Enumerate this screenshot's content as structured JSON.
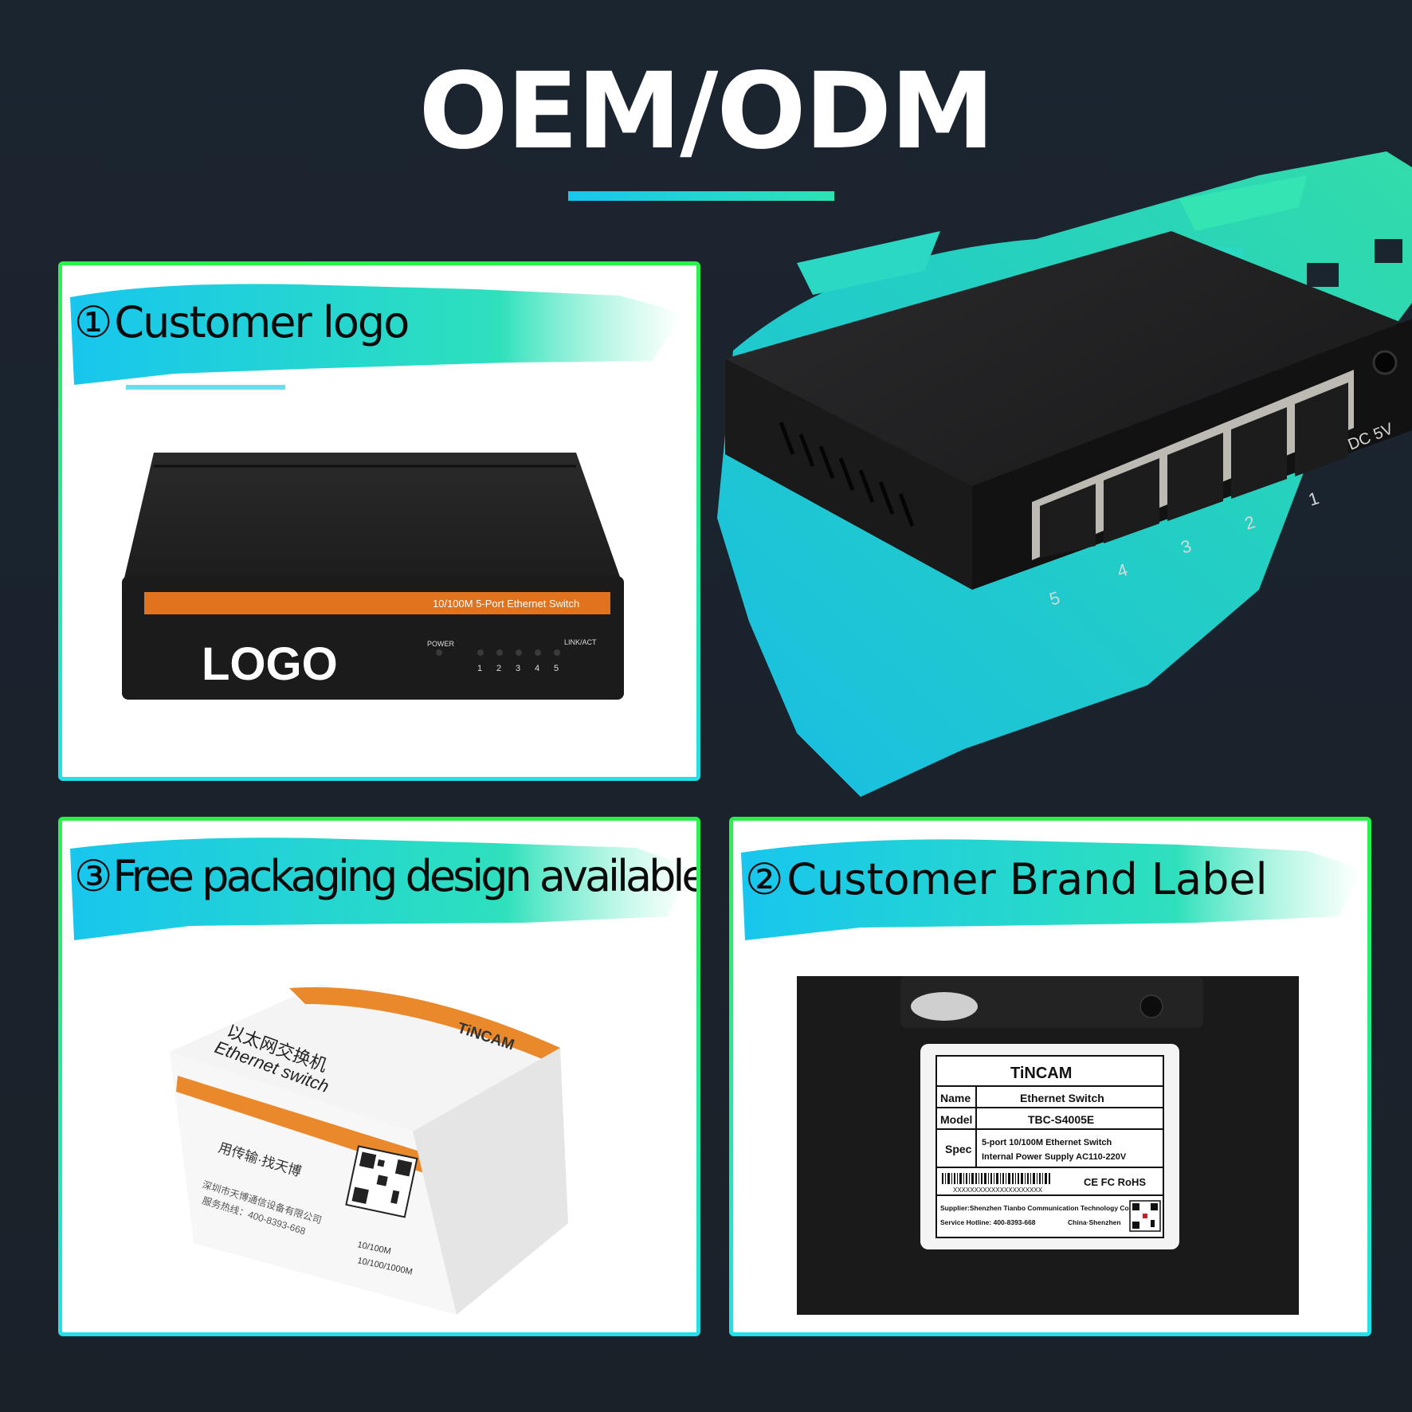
{
  "header": {
    "title": "OEM/ODM"
  },
  "panel_logo": {
    "number": "①",
    "heading": "Customer logo",
    "device": {
      "strip_text": "10/100M 5-Port Ethernet Switch",
      "logo_text": "LOGO",
      "power_label": "POWER",
      "link_label": "LINK/ACT",
      "ports": [
        "1",
        "2",
        "3",
        "4",
        "5"
      ]
    }
  },
  "panel_packaging": {
    "number": "③",
    "heading": "Free packaging design available",
    "box": {
      "brand": "TiNCAM",
      "title_cn": "以太网交换机",
      "title_en": "Ethernet switch",
      "slogan": "用传输·找天博",
      "company_cn": "深圳市天博通信设备有限公司",
      "hotline_cn": "服务热线：400-8393-668",
      "option_1": "10/100M",
      "option_2": "10/100/1000M"
    }
  },
  "panel_label": {
    "number": "②",
    "heading": "Customer Brand Label",
    "label": {
      "brand": "TiNCAM",
      "name_key": "Name",
      "name_val": "Ethernet  Switch",
      "model_key": "Model",
      "model_val": "TBC-S4005E",
      "spec_key": "Spec",
      "spec_line1": "5-port 10/100M Ethernet Switch",
      "spec_line2": "Internal Power Supply AC110-220V",
      "serial": "XXXXXXXXXXXXXXXXXXXXX",
      "certs": "CE FC  RoHS",
      "supplier": "Supplier:Shenzhen Tianbo Communication Technology Co.Ltd.",
      "hotline": "Service Hotline:  400-8393-668",
      "origin": "China·Shenzhen"
    }
  },
  "hero_device": {
    "ports": [
      "5",
      "4",
      "3",
      "2",
      "1"
    ],
    "dc_label": "DC 5V"
  },
  "colors": {
    "accent_cyan": "#18c6ee",
    "accent_green": "#2de3b4",
    "frame_green": "#2cf04a",
    "background": "#1b2530",
    "strip_orange": "#e2731e"
  }
}
